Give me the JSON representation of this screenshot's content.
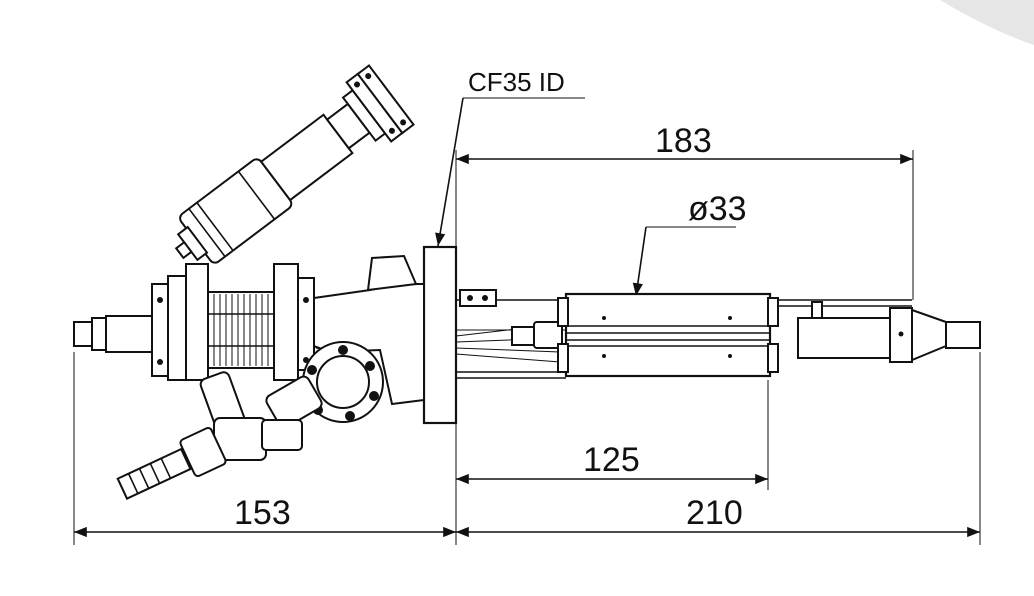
{
  "callouts": {
    "flange_label": "CF35 ID",
    "diameter_label": "ø33"
  },
  "dimensions": {
    "overall_right": "210",
    "overall_left": "153",
    "tube_length": "125",
    "top_length": "183"
  },
  "colors": {
    "line": "#111111",
    "background": "#ffffff"
  }
}
